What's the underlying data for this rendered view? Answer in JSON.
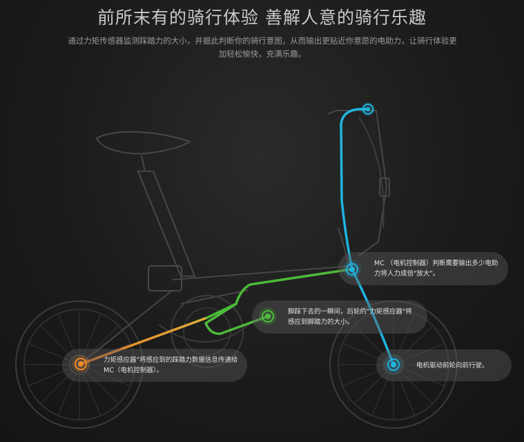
{
  "header": {
    "title": "前所末有的骑行体验 善解人意的骑行乐趣",
    "subtitle": "通过力矩传感器监测踩踏力的大小，并据此判断你的骑行意图，从而输出更贴近你意愿的电助力，让骑行体验更加轻松愉快，充满乐趣。"
  },
  "callouts": {
    "mc": "MC （电机控制器）判断需要输出多少电助力将人力成倍\"放大\"。",
    "pedal": "脚踩下去的一瞬间，后轮的\"力矩感应器\"将感应到脚踏力的大小。",
    "torque": "力矩感应器\"将感应到的踩踏力数据信息传递给 MC（电机控制器）。",
    "motor": "电机驱动前轮向前行驶。"
  },
  "colors": {
    "orange": "#f08a2a",
    "green": "#4dbb3a",
    "cyan": "#1fb4e0",
    "frame_line": "#4a4a4a"
  },
  "icons": [
    "sensor-node-icon",
    "pedal-node-icon",
    "controller-node-icon",
    "motor-node-icon",
    "handlebar-node-icon"
  ]
}
